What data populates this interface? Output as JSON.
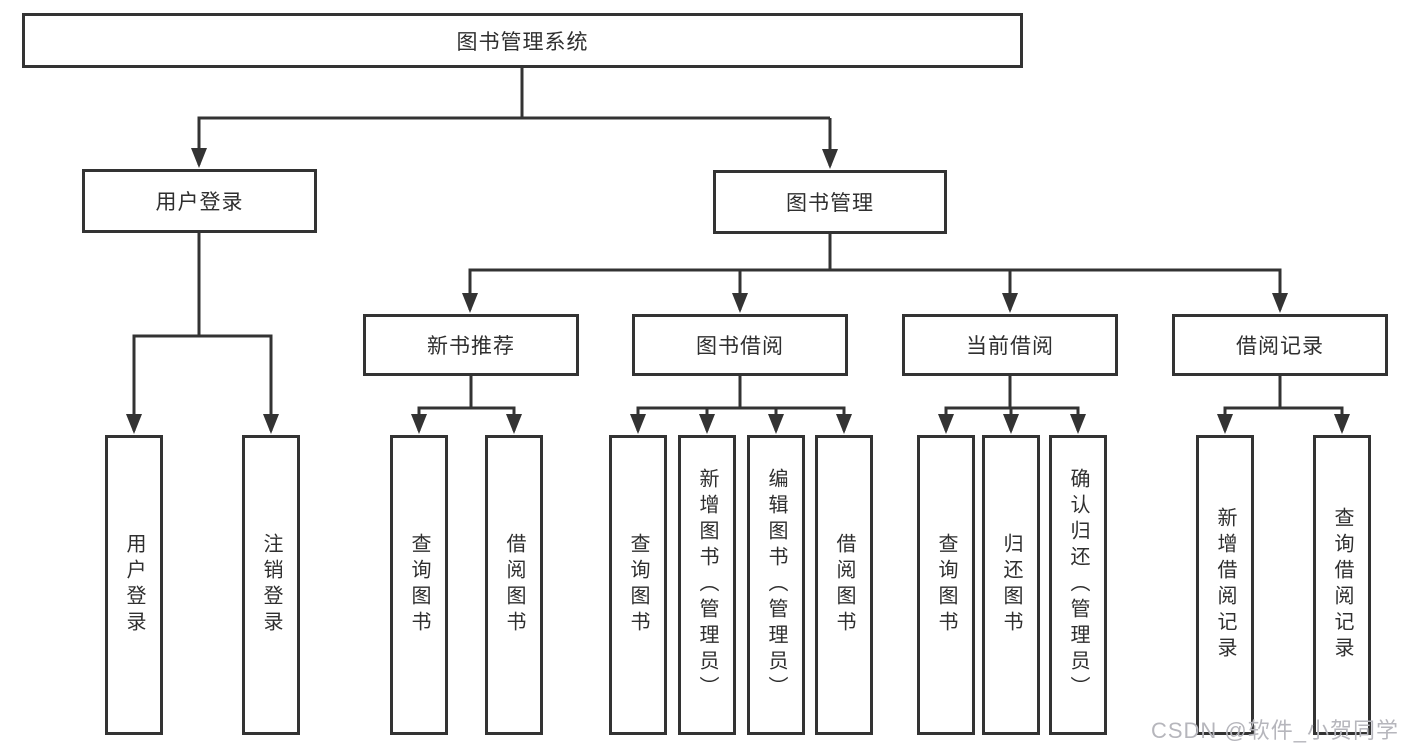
{
  "tree": {
    "root": {
      "label": "图书管理系统"
    },
    "branches": [
      {
        "label": "用户登录",
        "children": [
          {
            "label": "用户登录"
          },
          {
            "label": "注销登录"
          }
        ]
      },
      {
        "label": "图书管理",
        "sections": [
          {
            "label": "新书推荐",
            "children": [
              {
                "label": "查询图书"
              },
              {
                "label": "借阅图书"
              }
            ]
          },
          {
            "label": "图书借阅",
            "children": [
              {
                "label": "查询图书"
              },
              {
                "label": "新增图书（管理员）"
              },
              {
                "label": "编辑图书（管理员）"
              },
              {
                "label": "借阅图书"
              }
            ]
          },
          {
            "label": "当前借阅",
            "children": [
              {
                "label": "查询图书"
              },
              {
                "label": "归还图书"
              },
              {
                "label": "确认归还（管理员）"
              }
            ]
          },
          {
            "label": "借阅记录",
            "children": [
              {
                "label": "新增借阅记录"
              },
              {
                "label": "查询借阅记录"
              }
            ]
          }
        ]
      }
    ]
  },
  "watermark": {
    "text": "CSDN @软件_小贺同学"
  },
  "colors": {
    "line": "#333333",
    "text": "#2f2f2f",
    "background": "#ffffff",
    "watermark": "#b6b6bc"
  }
}
